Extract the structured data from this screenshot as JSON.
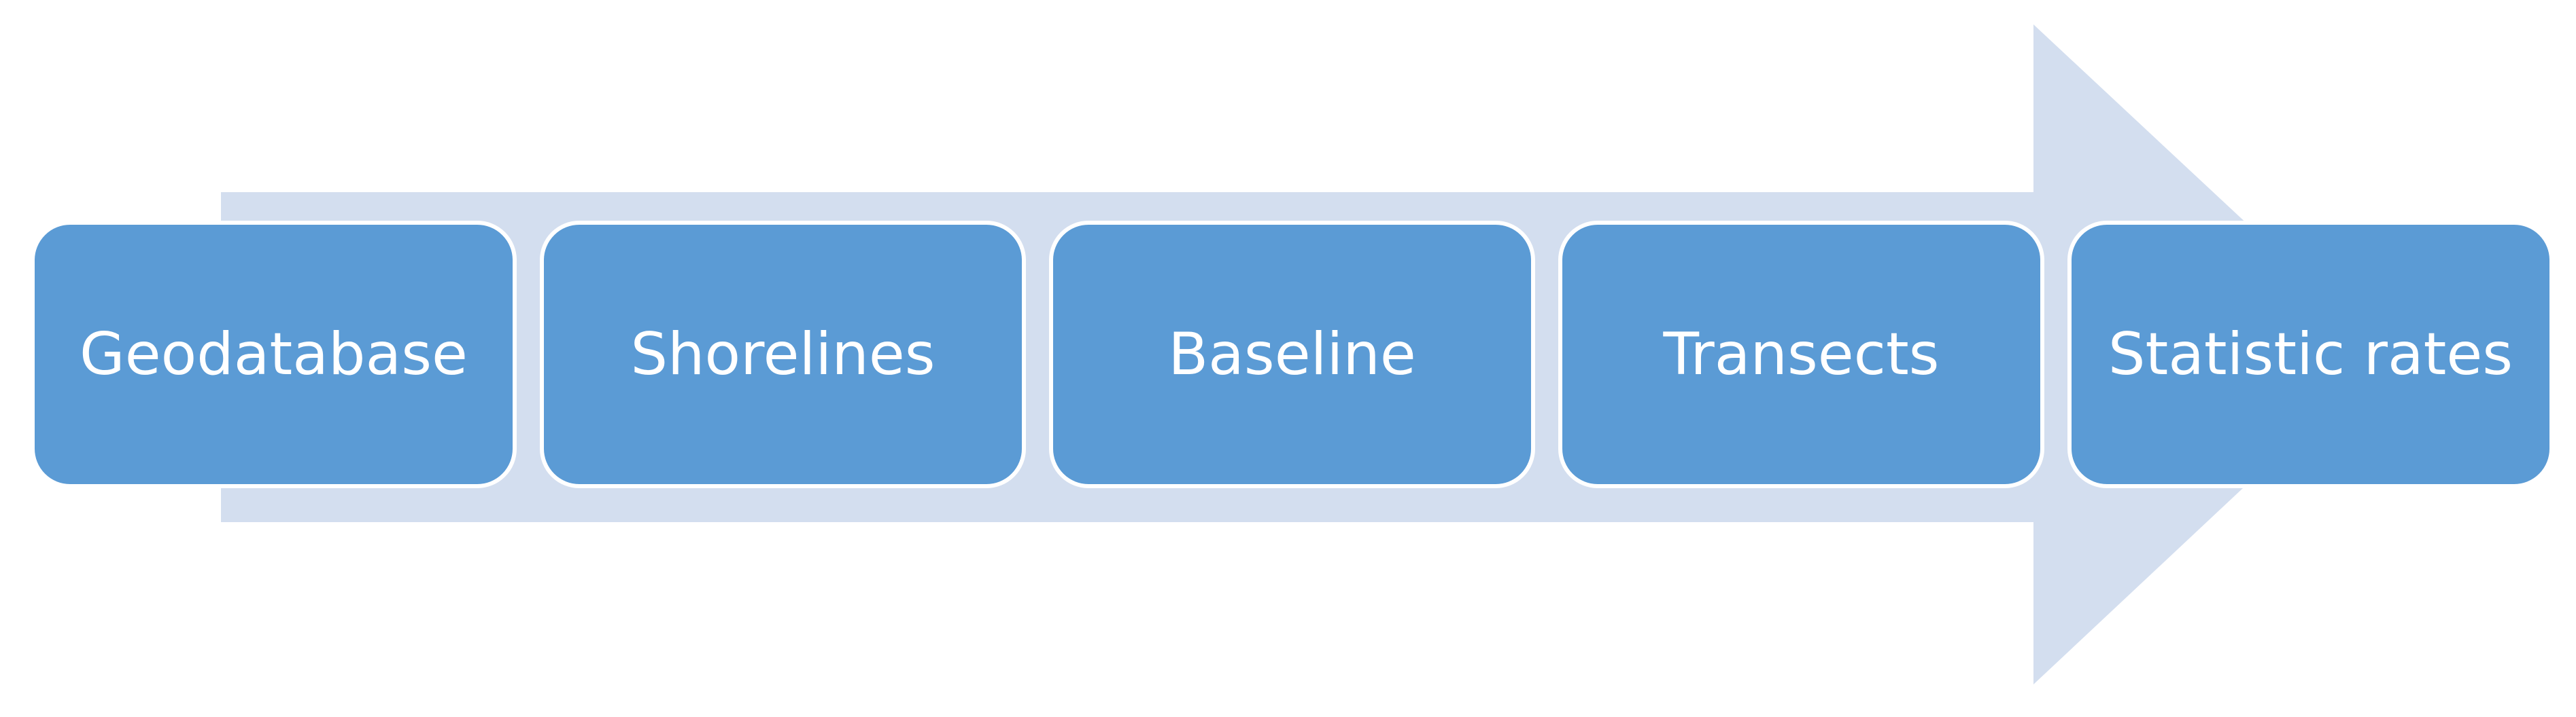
{
  "colors": {
    "arrow": "#d3deef",
    "box_fill": "#5b9bd5",
    "box_border": "#ffffff",
    "text": "#ffffff"
  },
  "steps": [
    {
      "label": "Geodatabase"
    },
    {
      "label": "Shorelines"
    },
    {
      "label": "Baseline"
    },
    {
      "label": "Transects"
    },
    {
      "label": "Statistic rates"
    }
  ]
}
